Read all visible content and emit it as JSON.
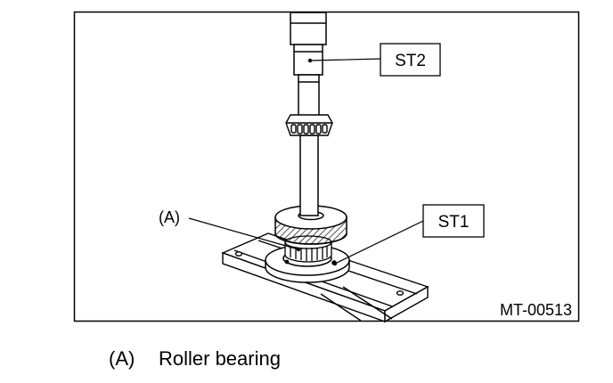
{
  "figure": {
    "labels": {
      "st2": "ST2",
      "st1": "ST1",
      "a": "(A)"
    },
    "figure_code": "MT-00513"
  },
  "legend": [
    {
      "key": "(A)",
      "text": "Roller bearing"
    }
  ]
}
